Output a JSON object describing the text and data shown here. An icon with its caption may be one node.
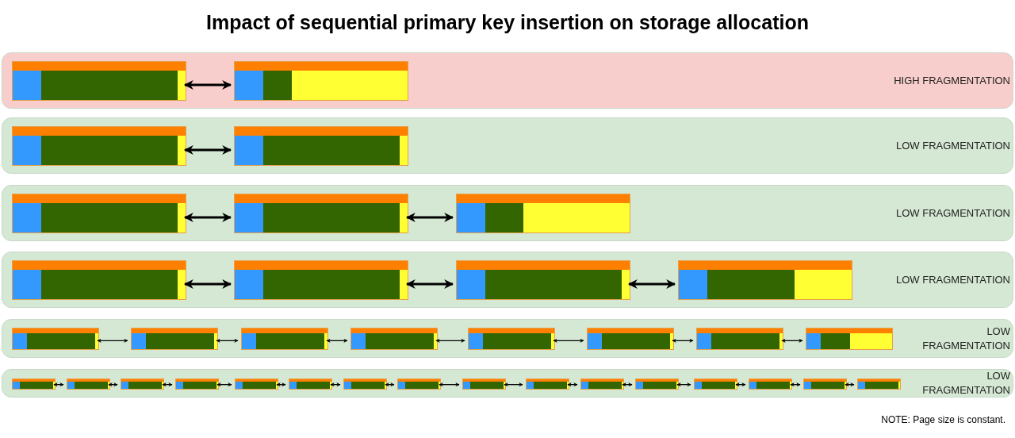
{
  "diagram": {
    "title": "Impact of sequential primary key insertion on storage allocation",
    "nodes": [
      {
        "text": [
          "HIGH FRAGMENTATION"
        ]
      },
      {
        "text": [],
        "shape": "box",
        "in": 0
      },
      {
        "text": [],
        "shape": "box",
        "in": 0
      },
      {
        "text": [
          "LOW FRAGMENTATION"
        ]
      },
      {
        "text": [],
        "shape": "box",
        "in": 3
      },
      {
        "text": [],
        "shape": "box",
        "in": 3
      },
      {
        "text": [
          "LOW FRAGMENTATION"
        ]
      },
      {
        "text": [],
        "shape": "box",
        "in": 6
      },
      {
        "text": [],
        "shape": "box",
        "in": 6
      },
      {
        "text": [],
        "shape": "box",
        "in": 6
      },
      {
        "text": [
          "LOW FRAGMENTATION"
        ]
      },
      {
        "text": [],
        "shape": "box",
        "in": 10
      },
      {
        "text": [],
        "shape": "box",
        "in": 10
      },
      {
        "text": [],
        "shape": "box",
        "in": 10
      },
      {
        "text": [],
        "shape": "box",
        "in": 10
      },
      {
        "text": [
          "LOW FRAGMENTATION"
        ]
      },
      {
        "text": [],
        "shape": "box",
        "in": 15
      },
      {
        "text": [],
        "shape": "box",
        "in": 15
      },
      {
        "text": [],
        "shape": "box",
        "in": 15
      },
      {
        "text": [],
        "shape": "box",
        "in": 15
      },
      {
        "text": [],
        "shape": "box",
        "in": 15
      },
      {
        "text": [],
        "shape": "box",
        "in": 15
      },
      {
        "text": [],
        "shape": "box",
        "in": 15
      },
      {
        "text": [],
        "shape": "box",
        "in": 15
      },
      {
        "text": [
          "LOW FRAGMENTATION"
        ]
      },
      {
        "text": [],
        "shape": "box",
        "in": 24
      },
      {
        "text": [],
        "shape": "box",
        "in": 24
      },
      {
        "text": [],
        "shape": "box",
        "in": 24
      },
      {
        "text": [],
        "shape": "box",
        "in": 24
      },
      {
        "text": [],
        "shape": "box",
        "in": 24
      },
      {
        "text": [],
        "shape": "box",
        "in": 24
      },
      {
        "text": [],
        "shape": "box",
        "in": 24
      },
      {
        "text": [],
        "shape": "box",
        "in": 24
      },
      {
        "text": [],
        "shape": "box",
        "in": 24
      },
      {
        "text": [],
        "shape": "box",
        "in": 24
      },
      {
        "text": [],
        "shape": "box",
        "in": 24
      },
      {
        "text": [],
        "shape": "box",
        "in": 24
      },
      {
        "text": [],
        "shape": "box",
        "in": 24
      },
      {
        "text": [],
        "shape": "box",
        "in": 24
      },
      {
        "text": [],
        "shape": "box",
        "in": 24
      },
      {
        "text": [],
        "shape": "box",
        "in": 24
      }
    ],
    "edges": [
      {
        "from": 1,
        "to": 2,
        "arrow": "both"
      },
      {
        "from": 4,
        "to": 5,
        "arrow": "both"
      },
      {
        "from": 7,
        "to": 8,
        "arrow": "both"
      },
      {
        "from": 8,
        "to": 9,
        "arrow": "both"
      },
      {
        "from": 11,
        "to": 12,
        "arrow": "both"
      },
      {
        "from": 12,
        "to": 13,
        "arrow": "both"
      },
      {
        "from": 13,
        "to": 14,
        "arrow": "both"
      },
      {
        "from": 16,
        "to": 17,
        "arrow": "both"
      },
      {
        "from": 17,
        "to": 18,
        "arrow": "both"
      },
      {
        "from": 18,
        "to": 19,
        "arrow": "both"
      },
      {
        "from": 19,
        "to": 20,
        "arrow": "both"
      },
      {
        "from": 20,
        "to": 21,
        "arrow": "both"
      },
      {
        "from": 21,
        "to": 22,
        "arrow": "both"
      },
      {
        "from": 22,
        "to": 23,
        "arrow": "both"
      },
      {
        "from": 25,
        "to": 26,
        "arrow": "both"
      },
      {
        "from": 26,
        "to": 27,
        "arrow": "both"
      },
      {
        "from": 27,
        "to": 28,
        "arrow": "both"
      },
      {
        "from": 28,
        "to": 29,
        "arrow": "both"
      },
      {
        "from": 29,
        "to": 30,
        "arrow": "both"
      },
      {
        "from": 30,
        "to": 31,
        "arrow": "both"
      },
      {
        "from": 31,
        "to": 32,
        "arrow": "both"
      },
      {
        "from": 32,
        "to": 33,
        "arrow": "both"
      },
      {
        "from": 33,
        "to": 34,
        "arrow": "both"
      },
      {
        "from": 34,
        "to": 35,
        "arrow": "both"
      },
      {
        "from": 35,
        "to": 36,
        "arrow": "both"
      },
      {
        "from": 36,
        "to": 37,
        "arrow": "both"
      },
      {
        "from": 37,
        "to": 38,
        "arrow": "both"
      },
      {
        "from": 38,
        "to": 39,
        "arrow": "both"
      },
      {
        "from": 39,
        "to": 40,
        "arrow": "both"
      }
    ],
    "labels": [
      "NOTE: Page size is constant."
    ]
  }
}
